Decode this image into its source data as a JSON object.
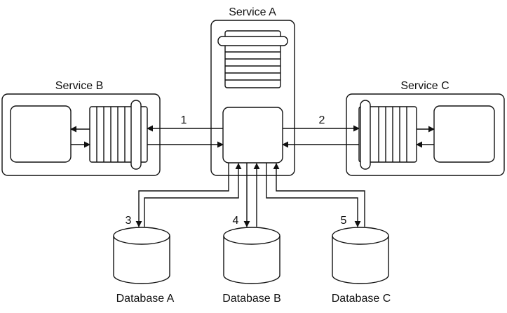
{
  "services": {
    "a": {
      "label": "Service A"
    },
    "b": {
      "label": "Service B"
    },
    "c": {
      "label": "Service C"
    }
  },
  "databases": [
    {
      "label": "Database A"
    },
    {
      "label": "Database B"
    },
    {
      "label": "Database C"
    }
  ],
  "connections": [
    "1",
    "2",
    "3",
    "4",
    "5"
  ],
  "colors": {
    "stroke": "#111111",
    "background": "#ffffff"
  }
}
